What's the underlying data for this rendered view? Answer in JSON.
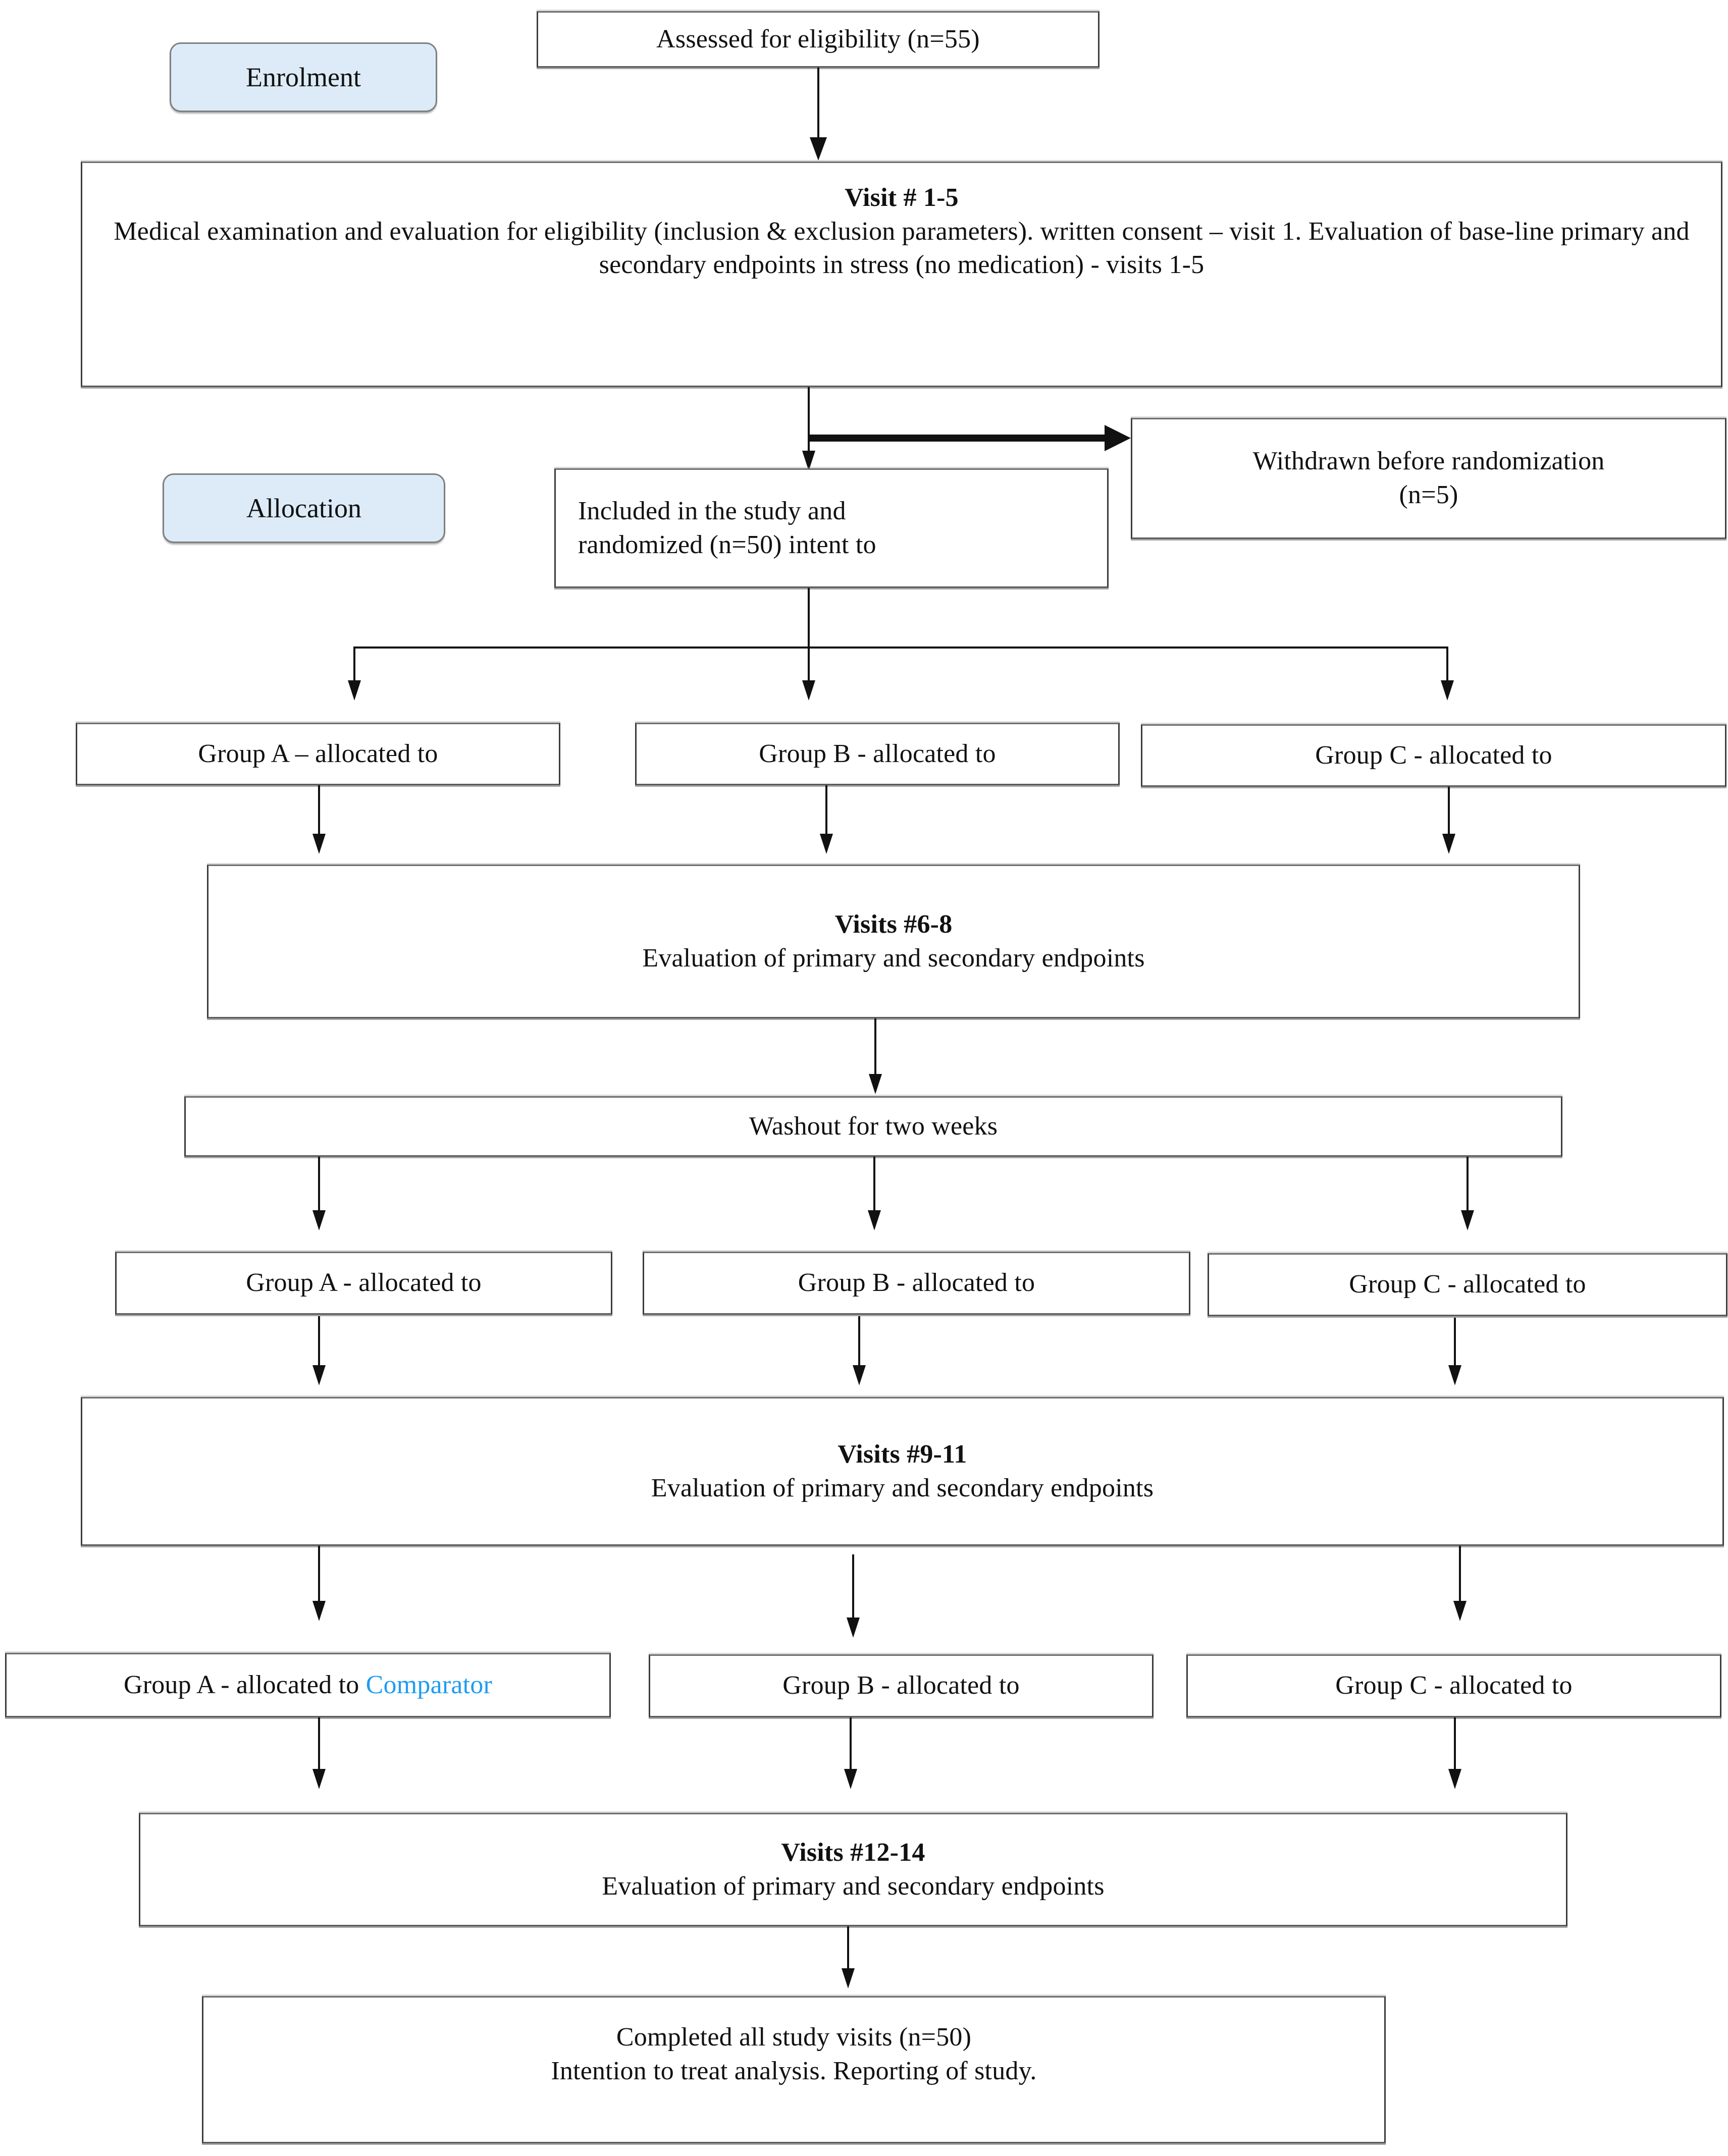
{
  "diagram": {
    "title": "CONSORT participant flow diagram",
    "accent_blue": "#1f9cf0",
    "badge_fill": "#dcebf7",
    "badge_border": "#7f7f7f",
    "box_border": "#3c3c3c",
    "text_color": "#111111"
  },
  "phases": {
    "enrolment": "Enrolment",
    "allocation": "Allocation"
  },
  "nodes": {
    "assessed": {
      "text": "Assessed for eligibility (n=55)"
    },
    "visit_1_5": {
      "title": "Visit # 1-5",
      "body": "Medical examination and evaluation for eligibility (inclusion & exclusion parameters). written consent – visit 1.  Evaluation of base-line primary and secondary endpoints in stress (no medication) -  visits 1-5"
    },
    "included": {
      "line1": "Included in the study and",
      "line2": "randomized (n=50) intent to"
    },
    "withdrawn": {
      "line1": "Withdrawn before randomization",
      "line2": "(n=5)"
    },
    "period1_groups": [
      {
        "label": "Group A – allocated to"
      },
      {
        "label": "Group B - allocated to"
      },
      {
        "label": "Group C - allocated to"
      }
    ],
    "visits_6_8": {
      "title": "Visits #6-8",
      "body": "Evaluation of primary and secondary endpoints"
    },
    "washout": {
      "text": "Washout for two weeks"
    },
    "period2_groups": [
      {
        "label": "Group A - allocated to"
      },
      {
        "label": "Group B - allocated to"
      },
      {
        "label": "Group C - allocated to"
      }
    ],
    "visits_9_11": {
      "title": "Visits #9-11",
      "body": "Evaluation of primary and secondary endpoints"
    },
    "period3_groups": [
      {
        "label_prefix": "Group A - allocated to ",
        "label_accent": "Comparator"
      },
      {
        "label": "Group B - allocated to"
      },
      {
        "label": "Group C - allocated to"
      }
    ],
    "visits_12_14": {
      "title": "Visits #12-14",
      "body": "Evaluation of primary and secondary endpoints"
    },
    "completed": {
      "line1": "Completed all study visits (n=50)",
      "line2": "Intention to treat analysis. Reporting of study."
    }
  }
}
